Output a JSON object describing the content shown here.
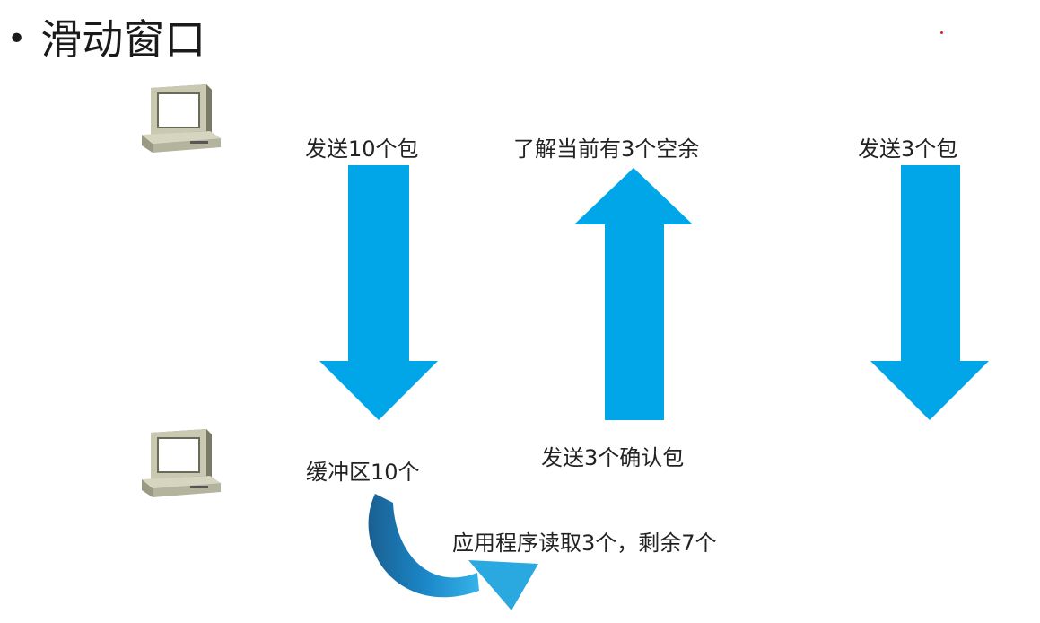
{
  "title": "滑动窗口",
  "colors": {
    "arrow": "#00a6e8",
    "curved_arrow_dark": "#1a6fa6",
    "curved_arrow_light": "#2aa8e0",
    "dot": "#e02020"
  },
  "icons": {
    "sender": "computer-icon",
    "receiver": "computer-icon"
  },
  "labels": {
    "send_10": "发送10个包",
    "know_free": "了解当前有3个空余",
    "send_3": "发送3个包",
    "buffer": "缓冲区10个",
    "send_ack": "发送3个确认包",
    "app_read": "应用程序读取3个，剩余7个"
  }
}
